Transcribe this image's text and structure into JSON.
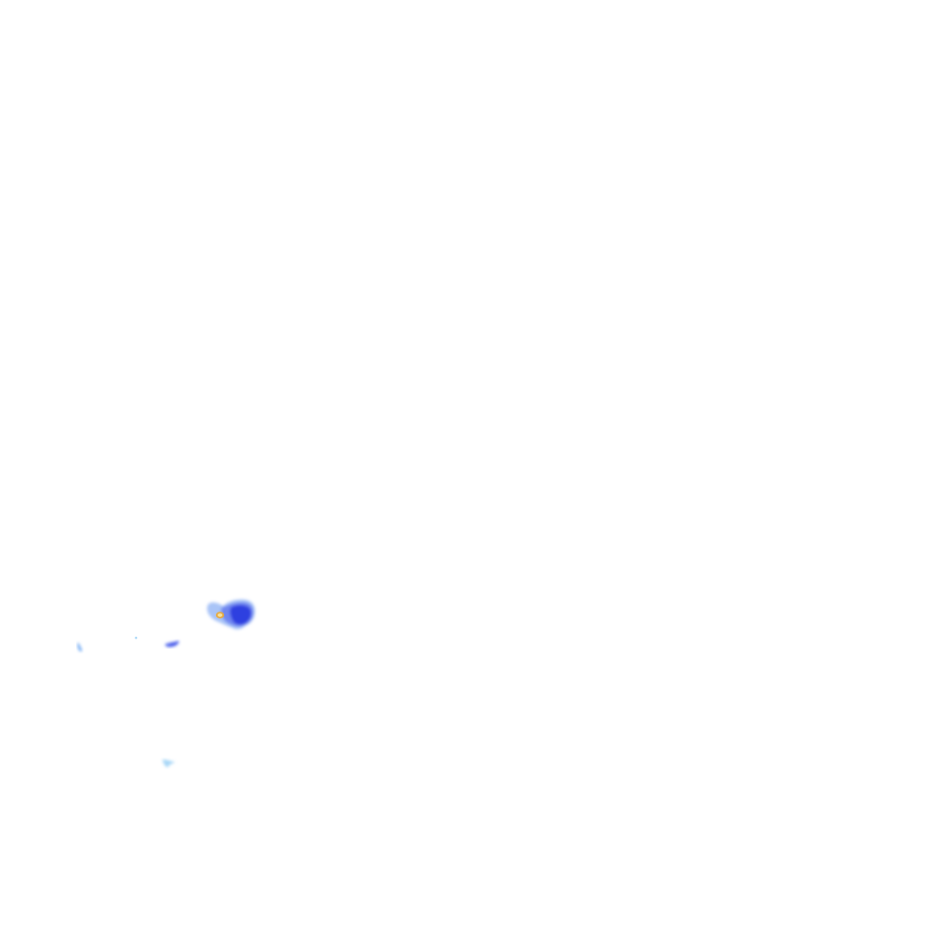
{
  "layer": {
    "type": "precipitation-radar-overlay",
    "background": "#ffffff"
  },
  "palette": {
    "light": "#a9d7f7",
    "light_mid": "#7fb2f5",
    "moderate": "#6f86f0",
    "heavy": "#3f4de6",
    "heavy_core": "#2f3fe0",
    "intense_ring": "#e8a93a",
    "intense_core": "#f7e2a0"
  },
  "echoes": [
    {
      "name": "main-cell",
      "intensity": "heavy"
    },
    {
      "name": "small-cell",
      "intensity": "moderate"
    },
    {
      "name": "speck",
      "intensity": "light"
    },
    {
      "name": "west-fleck",
      "intensity": "light"
    },
    {
      "name": "south-fleck",
      "intensity": "light"
    }
  ]
}
